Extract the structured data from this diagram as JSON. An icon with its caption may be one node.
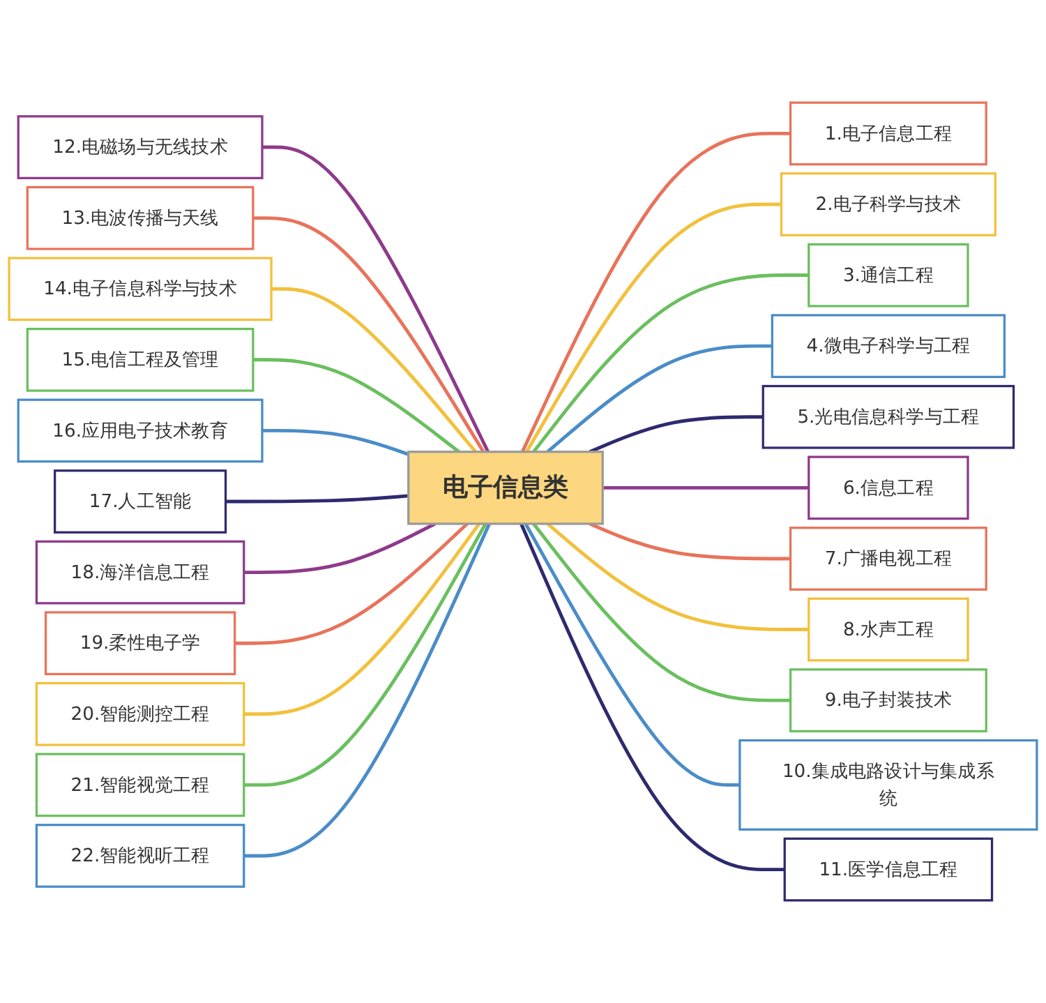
{
  "diagram": {
    "nodes": [
      {
        "text": [
          "电子信息类"
        ]
      },
      {
        "text": [
          "1.电子信息工程"
        ]
      },
      {
        "text": [
          "2.电子科学与技术"
        ]
      },
      {
        "text": [
          "3.通信工程"
        ]
      },
      {
        "text": [
          "4.微电子科学与工程"
        ]
      },
      {
        "text": [
          "5.光电信息科学与工程"
        ]
      },
      {
        "text": [
          "6.信息工程"
        ]
      },
      {
        "text": [
          "7.广播电视工程"
        ]
      },
      {
        "text": [
          "8.水声工程"
        ]
      },
      {
        "text": [
          "9.电子封装技术"
        ]
      },
      {
        "text": [
          "10.集成电路设计与集成系统"
        ]
      },
      {
        "text": [
          "11.医学信息工程"
        ]
      },
      {
        "text": [
          "12.电磁场与无线技术"
        ]
      },
      {
        "text": [
          "13.电波传播与天线"
        ]
      },
      {
        "text": [
          "14.电子信息科学与技术"
        ]
      },
      {
        "text": [
          "15.电信工程及管理"
        ]
      },
      {
        "text": [
          "16.应用电子技术教育"
        ]
      },
      {
        "text": [
          "17.人工智能"
        ]
      },
      {
        "text": [
          "18.海洋信息工程"
        ]
      },
      {
        "text": [
          "19.柔性电子学"
        ]
      },
      {
        "text": [
          "20.智能测控工程"
        ]
      },
      {
        "text": [
          "21.智能视觉工程"
        ]
      },
      {
        "text": [
          "22.智能视听工程"
        ]
      }
    ],
    "edges": [
      {
        "from": 0,
        "to": 1,
        "arrow": "none",
        "color": "#e8735a"
      },
      {
        "from": 0,
        "to": 2,
        "arrow": "none",
        "color": "#f2c03c"
      },
      {
        "from": 0,
        "to": 3,
        "arrow": "none",
        "color": "#6abf5e"
      },
      {
        "from": 0,
        "to": 4,
        "arrow": "none",
        "color": "#4a8cc7"
      },
      {
        "from": 0,
        "to": 5,
        "arrow": "none",
        "color": "#2e2a6e"
      },
      {
        "from": 0,
        "to": 6,
        "arrow": "none",
        "color": "#8e3a8a"
      },
      {
        "from": 0,
        "to": 7,
        "arrow": "none",
        "color": "#e8735a"
      },
      {
        "from": 0,
        "to": 8,
        "arrow": "none",
        "color": "#f2c03c"
      },
      {
        "from": 0,
        "to": 9,
        "arrow": "none",
        "color": "#6abf5e"
      },
      {
        "from": 0,
        "to": 10,
        "arrow": "none",
        "color": "#4a8cc7"
      },
      {
        "from": 0,
        "to": 11,
        "arrow": "none",
        "color": "#2e2a6e"
      },
      {
        "from": 0,
        "to": 12,
        "arrow": "none",
        "color": "#8e3a8a"
      },
      {
        "from": 0,
        "to": 13,
        "arrow": "none",
        "color": "#e8735a"
      },
      {
        "from": 0,
        "to": 14,
        "arrow": "none",
        "color": "#f2c03c"
      },
      {
        "from": 0,
        "to": 15,
        "arrow": "none",
        "color": "#6abf5e"
      },
      {
        "from": 0,
        "to": 16,
        "arrow": "none",
        "color": "#4a8cc7"
      },
      {
        "from": 0,
        "to": 17,
        "arrow": "none",
        "color": "#2e2a6e"
      },
      {
        "from": 0,
        "to": 18,
        "arrow": "none",
        "color": "#8e3a8a"
      },
      {
        "from": 0,
        "to": 19,
        "arrow": "none",
        "color": "#e8735a"
      },
      {
        "from": 0,
        "to": 20,
        "arrow": "none",
        "color": "#f2c03c"
      },
      {
        "from": 0,
        "to": 21,
        "arrow": "none",
        "color": "#6abf5e"
      },
      {
        "from": 0,
        "to": 22,
        "arrow": "none",
        "color": "#4a8cc7"
      }
    ]
  }
}
